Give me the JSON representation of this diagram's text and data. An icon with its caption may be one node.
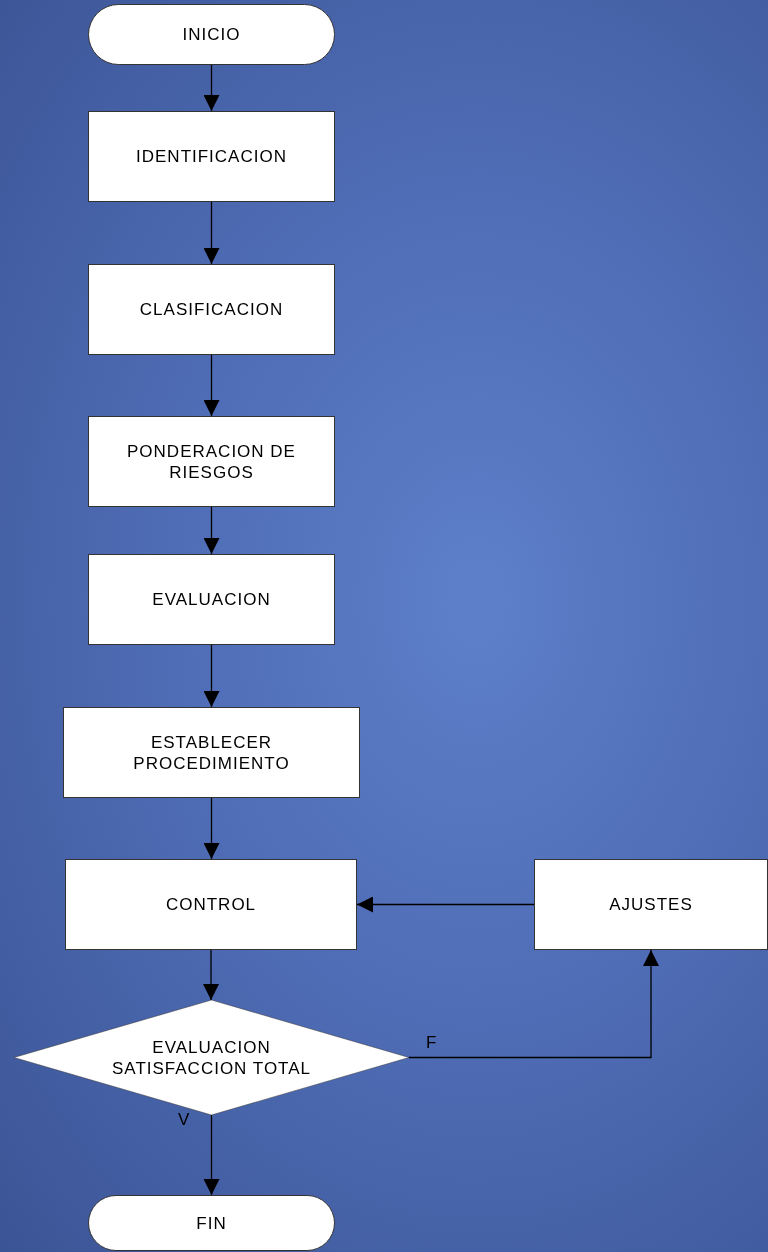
{
  "diagram": {
    "nodes": [
      {
        "text": [
          "INICIO"
        ]
      },
      {
        "text": [
          "IDENTIFICACION"
        ]
      },
      {
        "text": [
          "CLASIFICACION"
        ]
      },
      {
        "text": [
          "PONDERACION DE RIESGOS"
        ]
      },
      {
        "text": [
          "EVALUACION"
        ]
      },
      {
        "text": [
          "ESTABLECER PROCEDIMIENTO"
        ]
      },
      {
        "text": [
          "CONTROL"
        ]
      },
      {
        "text": [
          "AJUSTES"
        ]
      },
      {
        "text": [
          "EVALUACION SATISFACCION TOTAL"
        ]
      },
      {
        "text": [
          "FIN"
        ]
      }
    ],
    "edges": [
      {
        "from": 0,
        "to": 1,
        "arrow": "to"
      },
      {
        "from": 1,
        "to": 2,
        "arrow": "to"
      },
      {
        "from": 2,
        "to": 3,
        "arrow": "to"
      },
      {
        "from": 3,
        "to": 4,
        "arrow": "to"
      },
      {
        "from": 4,
        "to": 5,
        "arrow": "to"
      },
      {
        "from": 5,
        "to": 6,
        "arrow": "to"
      },
      {
        "from": 6,
        "to": 8,
        "arrow": "to"
      },
      {
        "from": 8,
        "to": 7,
        "arrow": "to",
        "label": "F"
      },
      {
        "from": 7,
        "to": 6,
        "arrow": "to"
      },
      {
        "from": 8,
        "to": 9,
        "arrow": "to",
        "label": "V"
      }
    ]
  }
}
